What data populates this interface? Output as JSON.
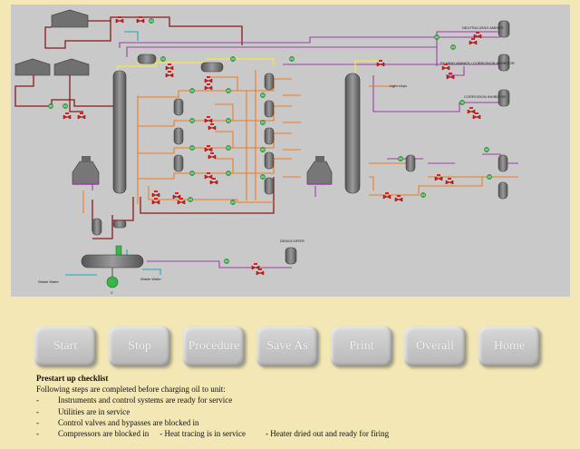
{
  "diagram": {
    "tank_labels": {
      "neutralizing": "NEUTRALIZING AMINES",
      "filming": "FILMING AMINES / CORROSION INHIBITOR",
      "corrosion": "CORROSION INHIBITOR",
      "demulsifier": "DEMULSIFIER"
    },
    "stream_labels": {
      "waste_water_left": "Waste Water",
      "waste_water_right": "Waste Water",
      "light_slops": "Light slops",
      "valve_v": "V"
    },
    "colors": {
      "canvas": "#c9c9c9",
      "orange_line": "#f07a22",
      "dark_red_line": "#8b1a1a",
      "purple_line": "#9a3fa8",
      "yellow_line": "#f2e84a",
      "cyan_line": "#1fa7b5",
      "valve_red": "#e01e1e",
      "valve_green": "#39b54a",
      "vessel": "#6b6b6b"
    }
  },
  "buttons": {
    "start": "Start",
    "stop": "Stop",
    "procedure": "Procedure",
    "save_as": "Save As",
    "print": "Print",
    "overall": "Overall",
    "home": "Home"
  },
  "checklist": {
    "title": "Prestart up checklist",
    "intro": "Following steps are completed before charging oil to unit:",
    "items": [
      "Instruments and control systems are ready for service",
      "Utilities are in service",
      "Control valves and bypasses are blocked in",
      "Compressors are blocked in"
    ],
    "extra_1": "- Heat tracing is in service",
    "extra_2": "- Heater dried out and ready for firing",
    "bullet": "-"
  }
}
